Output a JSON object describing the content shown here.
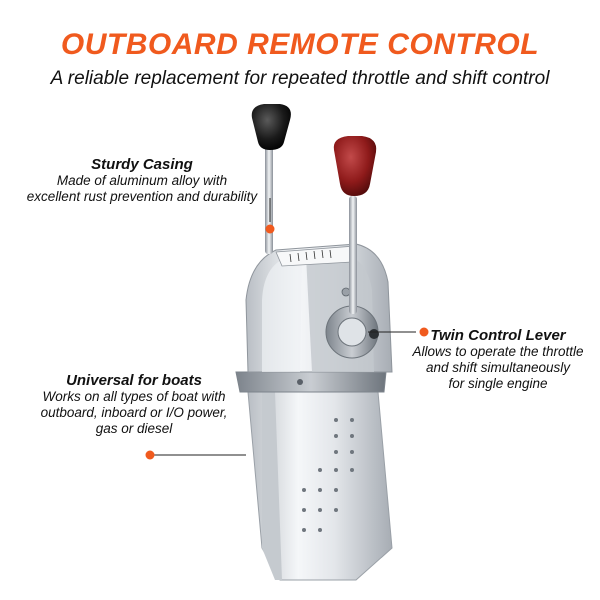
{
  "header": {
    "title": "OUTBOARD REMOTE CONTROL",
    "subtitle": "A reliable replacement for repeated throttle and shift control"
  },
  "callouts": {
    "casing": {
      "title": "Sturdy Casing",
      "line1": "Made of aluminum alloy with",
      "line2": "excellent rust prevention and durability"
    },
    "lever": {
      "title": "Twin Control Lever",
      "line1": "Allows to operate the throttle",
      "line2": "and shift simultaneously",
      "line3": "for single engine"
    },
    "boats": {
      "title": "Universal for boats",
      "line1": "Works on all types of boat with",
      "line2": "outboard, inboard or I/O power,",
      "line3": "gas or diesel"
    }
  },
  "colors": {
    "accent": "#f05a1e",
    "knob_black": "#1a1a1a",
    "knob_red": "#8e1a1a",
    "chrome": "#d9dde1",
    "text": "#111111"
  }
}
